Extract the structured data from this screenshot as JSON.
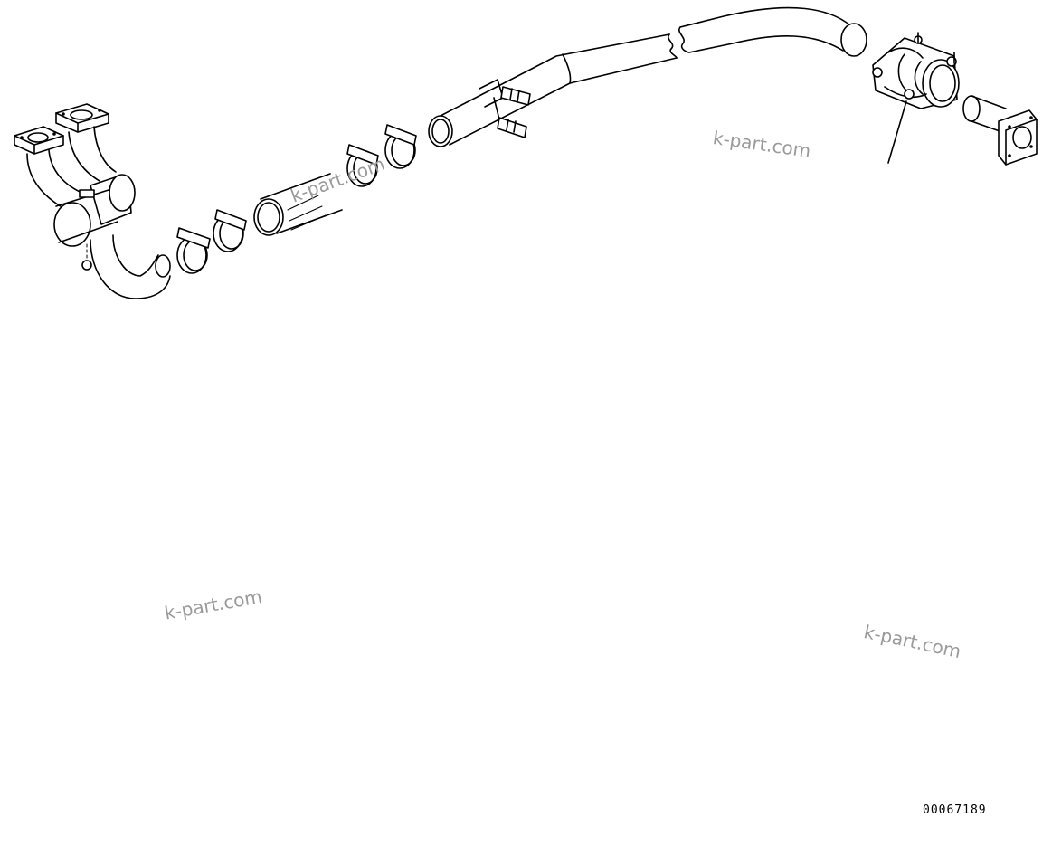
{
  "watermarks": [
    "k-part.com",
    "k-part.com",
    "k-part.com",
    "k-part.com"
  ],
  "document_number": "00067189"
}
